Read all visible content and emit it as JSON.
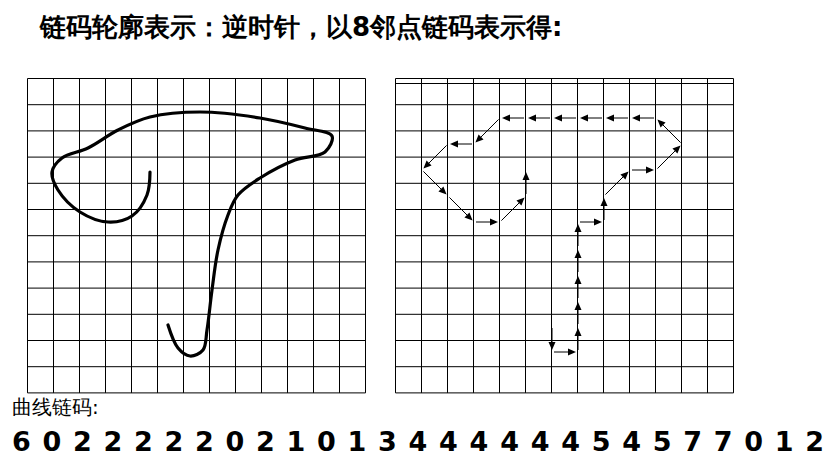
{
  "diagram": {
    "title": "链码轮廓表示：逆时针，以8邻点链码表示得:",
    "labels": [
      "曲线链码:",
      "6 0 2 2 2 2 2 0 2 1 0 1 3 4 4 4 4 4 4 5 4 5 7 7 0 1 2"
    ]
  }
}
